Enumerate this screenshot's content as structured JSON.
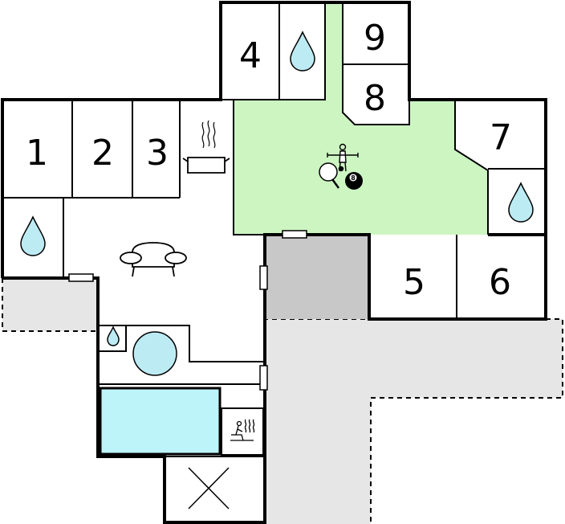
{
  "colors": {
    "wall": "#000000",
    "room": "#ffffff",
    "activity_room": "#ccf5c2",
    "utility_room": "#c8c8c8",
    "outdoor_terrace": "#e6e6e6",
    "water": "#bdebf4",
    "pool": "#bdf4f9"
  },
  "rooms": {
    "room_1": "1",
    "room_2": "2",
    "room_3": "3",
    "room_4": "4",
    "room_5": "5",
    "room_6": "6",
    "room_7": "7",
    "room_8": "8",
    "room_9": "9"
  },
  "billiard_ball": "8",
  "icons": [
    "water-drop-icon",
    "cooking-pot-icon",
    "sofa-icon",
    "table-football-icon",
    "table-tennis-icon",
    "billiard-ball-icon",
    "whirlpool-icon",
    "swimming-pool-icon",
    "sauna-icon",
    "cross-icon"
  ]
}
